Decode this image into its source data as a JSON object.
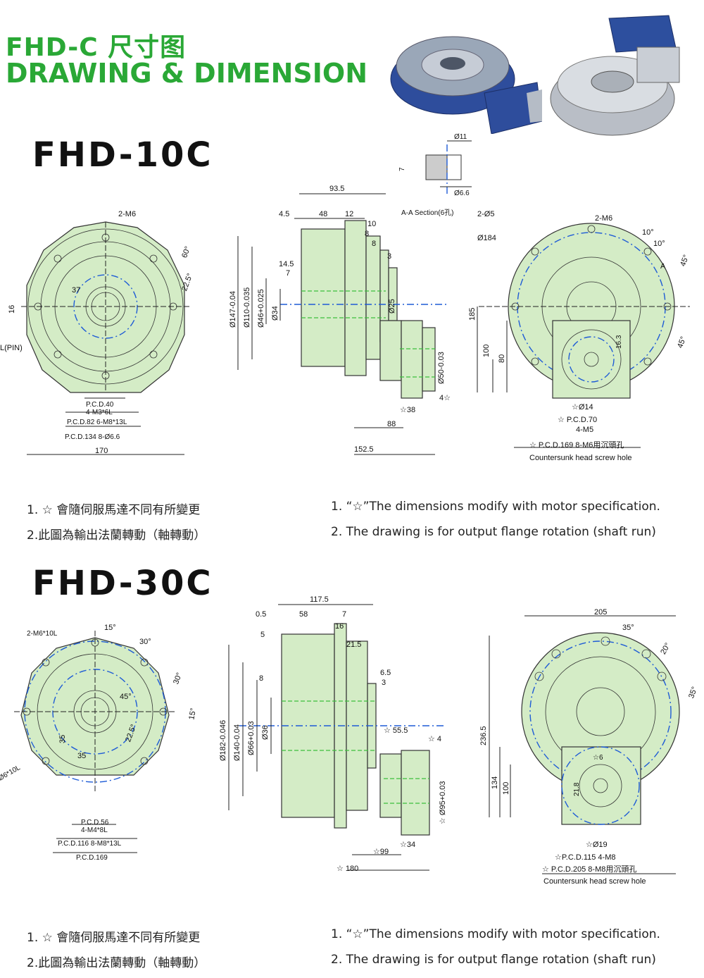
{
  "header": {
    "title_cn": "FHD-C 尺寸图",
    "title_en": "DRAWING & DIMENSION"
  },
  "photos": {
    "photo1": "reducer-blue-photo",
    "photo2": "reducer-silver-photo"
  },
  "fhd10": {
    "model": "FHD-10C",
    "front": {
      "m6": "2-M6",
      "a60": "60°",
      "a225": "22.5°",
      "d37": "37",
      "d16": "16",
      "pin": "L(PIN)",
      "pcd40": "P.C.D.40",
      "m3": "4-M3*6L",
      "pcd82": "P.C.D.82 6-M8*13L",
      "pcd134": "P.C.D.134 8-Ø6.6",
      "d170": "170"
    },
    "side": {
      "d935": "93.5",
      "d45": "4.5",
      "d48": "48",
      "d12": "12",
      "d10": "10",
      "d8a": "8",
      "d8b": "8",
      "d3": "3",
      "d145": "14.5",
      "d7": "7",
      "phi147": "Ø147-0.04",
      "phi110": "Ø110-0.035",
      "phi46": "Ø46+0.025",
      "phi34": "Ø34",
      "phi25": "Ø25",
      "phi50": "Ø50-0.03",
      "d4": "4☆",
      "d38": "☆38",
      "d88": "88",
      "d1525": "152.5"
    },
    "section": {
      "phi11": "Ø11",
      "d7": "7",
      "phi66": "Ø6.6",
      "label": "A-A Section(6孔)"
    },
    "top": {
      "holes": "2-Ø5",
      "phi184": "Ø184",
      "m6": "2-M6",
      "a10a": "10°",
      "a10b": "10°",
      "a45a": "45°",
      "a45b": "45°",
      "aa": "A",
      "d185": "185",
      "d100": "100",
      "d80": "80",
      "d163": "16.3",
      "phi14": "☆Ø14",
      "pcd70": "☆ P.C.D.70",
      "m5": "4-M5",
      "pcd169": "☆ P.C.D.169 8-M6用沉頭孔",
      "counter": "Countersunk head screw hole"
    },
    "notes": {
      "cn1": "1. ☆ 會隨伺服馬達不同有所變更",
      "cn2": "2.此圖為輸出法蘭轉動（軸轉動）",
      "en1": "1. “☆”The dimensions modify with motor specification.",
      "en2": "2. The drawing is for output flange rotation (shaft run)"
    }
  },
  "fhd30": {
    "model": "FHD-30C",
    "front": {
      "m6": "2-M6*10L",
      "a15": "15°",
      "a30a": "30°",
      "a30b": "30°",
      "a45": "45°",
      "a15b": "15°",
      "a225": "22.5°",
      "d35a": "35",
      "d35b": "35",
      "phi6": "Ø6*10L",
      "pcd56": "P.C.D.56",
      "m4": "4-M4*8L",
      "pcd116": "P.C.D.116 8-M8*13L",
      "pcd169": "P.C.D.169"
    },
    "side": {
      "d1175": "117.5",
      "d05": "0.5",
      "d58": "58",
      "d7": "7",
      "d16": "16",
      "d5": "5",
      "d215": "21.5",
      "d65": "6.5",
      "d3": "3",
      "d8": "8",
      "phi182": "Ø182-0.046",
      "phi140": "Ø140-0.04",
      "phi66": "Ø66+0.03",
      "phi36": "Ø36",
      "d555": "☆ 55.5",
      "d4": "☆ 4",
      "phi95": "☆ Ø95+0.03",
      "d34": "☆34",
      "d99": "☆99",
      "d180": "☆ 180"
    },
    "top": {
      "d205": "205",
      "a35a": "35°",
      "a20": "20°",
      "a35b": "35°",
      "d2365": "236.5",
      "d134": "134",
      "d100": "100",
      "d218": "21.8",
      "d6": "☆6",
      "phi19": "☆Ø19",
      "pcd115": "☆P.C.D.115 4-M8",
      "pcd205": "☆ P.C.D.205 8-M8用沉頭孔",
      "counter": "Countersunk head screw hole"
    },
    "notes": {
      "cn1": "1. ☆ 會隨伺服馬達不同有所變更",
      "cn2": "2.此圖為輸出法蘭轉動（軸轉動）",
      "en1": "1. “☆”The dimensions modify with motor specification.",
      "en2": "2. The drawing is for output flange rotation (shaft run)"
    }
  }
}
